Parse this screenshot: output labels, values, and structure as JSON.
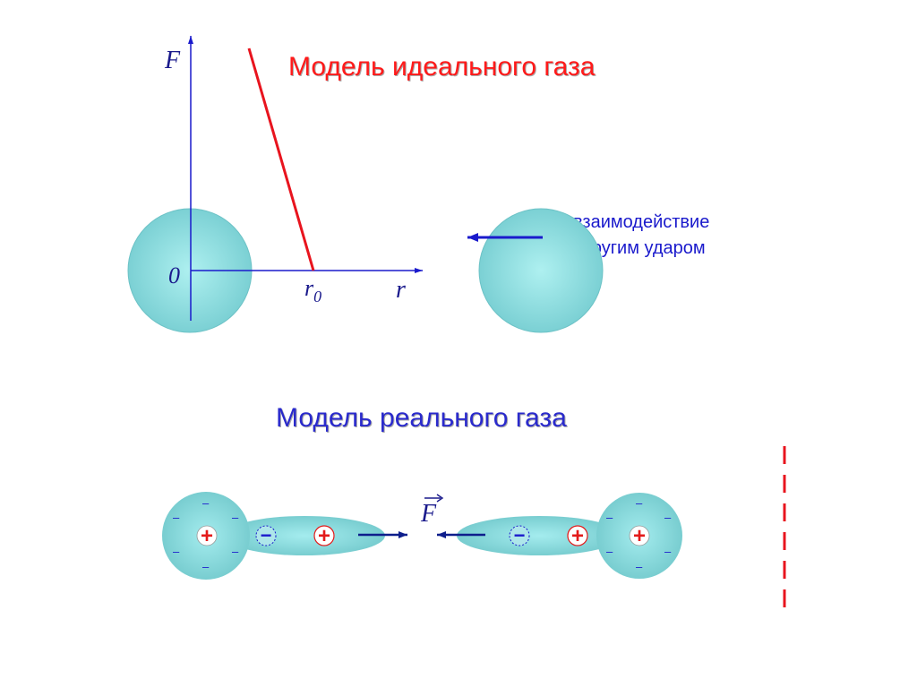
{
  "ideal_model": {
    "title": "Модель идеального газа",
    "axis_y_label": "F",
    "axis_x_label": "r",
    "origin_label": "0",
    "r0_label_base": "r",
    "r0_label_sub": "0",
    "note_line1": "взаимодействие",
    "note_line2": "упругим ударом"
  },
  "real_model": {
    "title": "Модель реального газа",
    "force_label": "F",
    "plus_sign": "+",
    "minus_sign": "−",
    "electron_sign": "–"
  },
  "colors": {
    "title_red": "#ff1a1a",
    "title_blue": "#2a2acc",
    "title_shadow": "#999999",
    "axis_blue": "#1a1acc",
    "force_line_red": "#e8141e",
    "molecule_fill": "#7ed3d6",
    "molecule_center": "#a8ecee",
    "arrow_navy": "#0e1e8c",
    "arrow_blue": "#1a1acc",
    "plus_red": "#e31a1a",
    "minus_blue": "#1a1acc",
    "dash_red": "#e8141e"
  }
}
